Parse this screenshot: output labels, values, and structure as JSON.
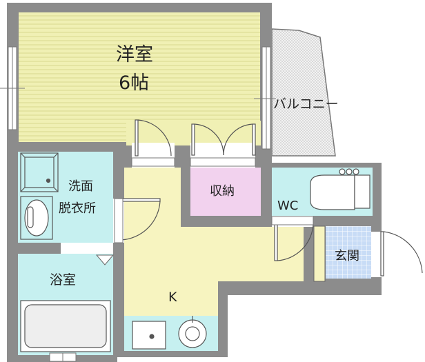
{
  "rooms": {
    "western_room": {
      "name": "洋室",
      "size": "6帖"
    },
    "balcony": {
      "label": "バルコニー"
    },
    "storage": {
      "label": "収納"
    },
    "wc": {
      "label": "WC"
    },
    "washroom": {
      "line1": "洗面",
      "line2": "脱衣所"
    },
    "bathroom": {
      "label": "浴室"
    },
    "kitchen": {
      "label": "K"
    },
    "entrance": {
      "label": "玄関"
    }
  },
  "colors": {
    "wall": "#8c8c8c",
    "western_room_floor": "#f0f0b4",
    "kitchen_floor": "#f7f4c0",
    "wet_area_floor": "#c6f0f0",
    "storage_floor": "#f2d2ee",
    "entrance_tile": "#c8dcf6",
    "fixture_line": "#555555"
  }
}
